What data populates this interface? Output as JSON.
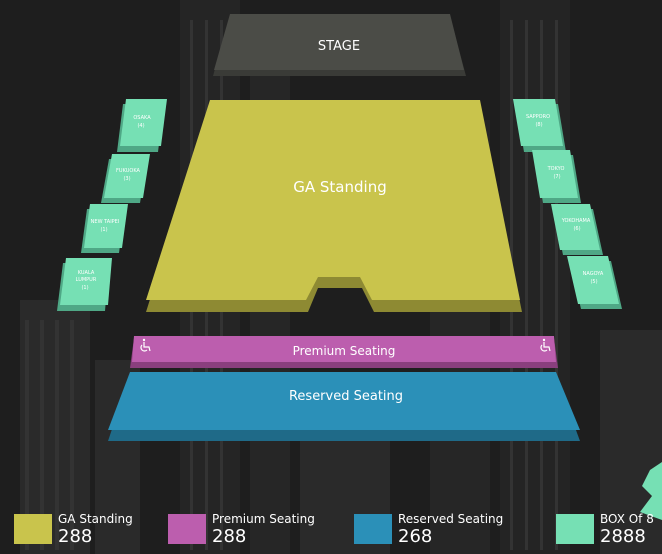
{
  "colors": {
    "background": "#1f1f1f",
    "stage": "#4b4c47",
    "ga": "#c9c44c",
    "premium": "#bc5eae",
    "reserved": "#2b90b8",
    "box": "#76e0b4",
    "text": "#ffffff"
  },
  "stage": {
    "label": "STAGE"
  },
  "ga_standing": {
    "label": "GA Standing"
  },
  "premium_seating": {
    "label": "Premium Seating",
    "accessibility_icon": "wheelchair-icon"
  },
  "reserved_seating": {
    "label": "Reserved Seating"
  },
  "boxes": {
    "left": [
      {
        "name": "OSAKA",
        "number": "(4)"
      },
      {
        "name": "FUKUOKA",
        "number": "(3)"
      },
      {
        "name": "NEW TAIPEI",
        "number": "(1)"
      },
      {
        "name_line1": "KUALA",
        "name_line2": "LUMPUR",
        "number": "(1)"
      }
    ],
    "right": [
      {
        "name": "SAPPORO",
        "number": "(8)"
      },
      {
        "name": "TOKYO",
        "number": "(7)"
      },
      {
        "name": "YOKOHAMA",
        "number": "(6)"
      },
      {
        "name": "NAGOYA",
        "number": "(5)"
      }
    ]
  },
  "legend": [
    {
      "label": "GA Standing",
      "value": "288"
    },
    {
      "label": "Premium Seating",
      "value": "288"
    },
    {
      "label": "Reserved Seating",
      "value": "268"
    },
    {
      "label": "BOX Of 8",
      "value": "2888"
    }
  ]
}
